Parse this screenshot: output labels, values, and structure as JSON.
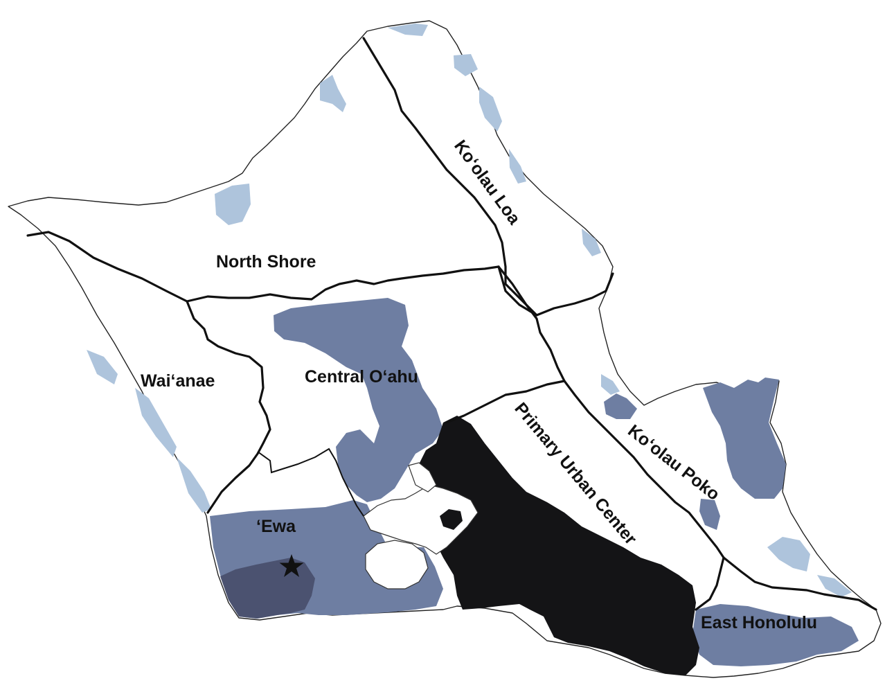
{
  "map": {
    "districts": [
      {
        "id": "north-shore",
        "label": "North Shore"
      },
      {
        "id": "koolau-loa",
        "label": "Ko‘olau Loa"
      },
      {
        "id": "waianae",
        "label": "Wai‘anae"
      },
      {
        "id": "central-oahu",
        "label": "Central O‘ahu"
      },
      {
        "id": "koolau-poko",
        "label": "Ko‘olau Poko"
      },
      {
        "id": "primary-urban-center",
        "label": "Primary Urban Center"
      },
      {
        "id": "ewa",
        "label": "‘Ewa"
      },
      {
        "id": "east-honolulu",
        "label": "East Honolulu"
      }
    ],
    "marker_icon": "star-icon",
    "colors": {
      "light": "#aec4dc",
      "medium": "#6e7ea2",
      "dark_medium": "#4b5270",
      "dark": "#141416"
    }
  }
}
